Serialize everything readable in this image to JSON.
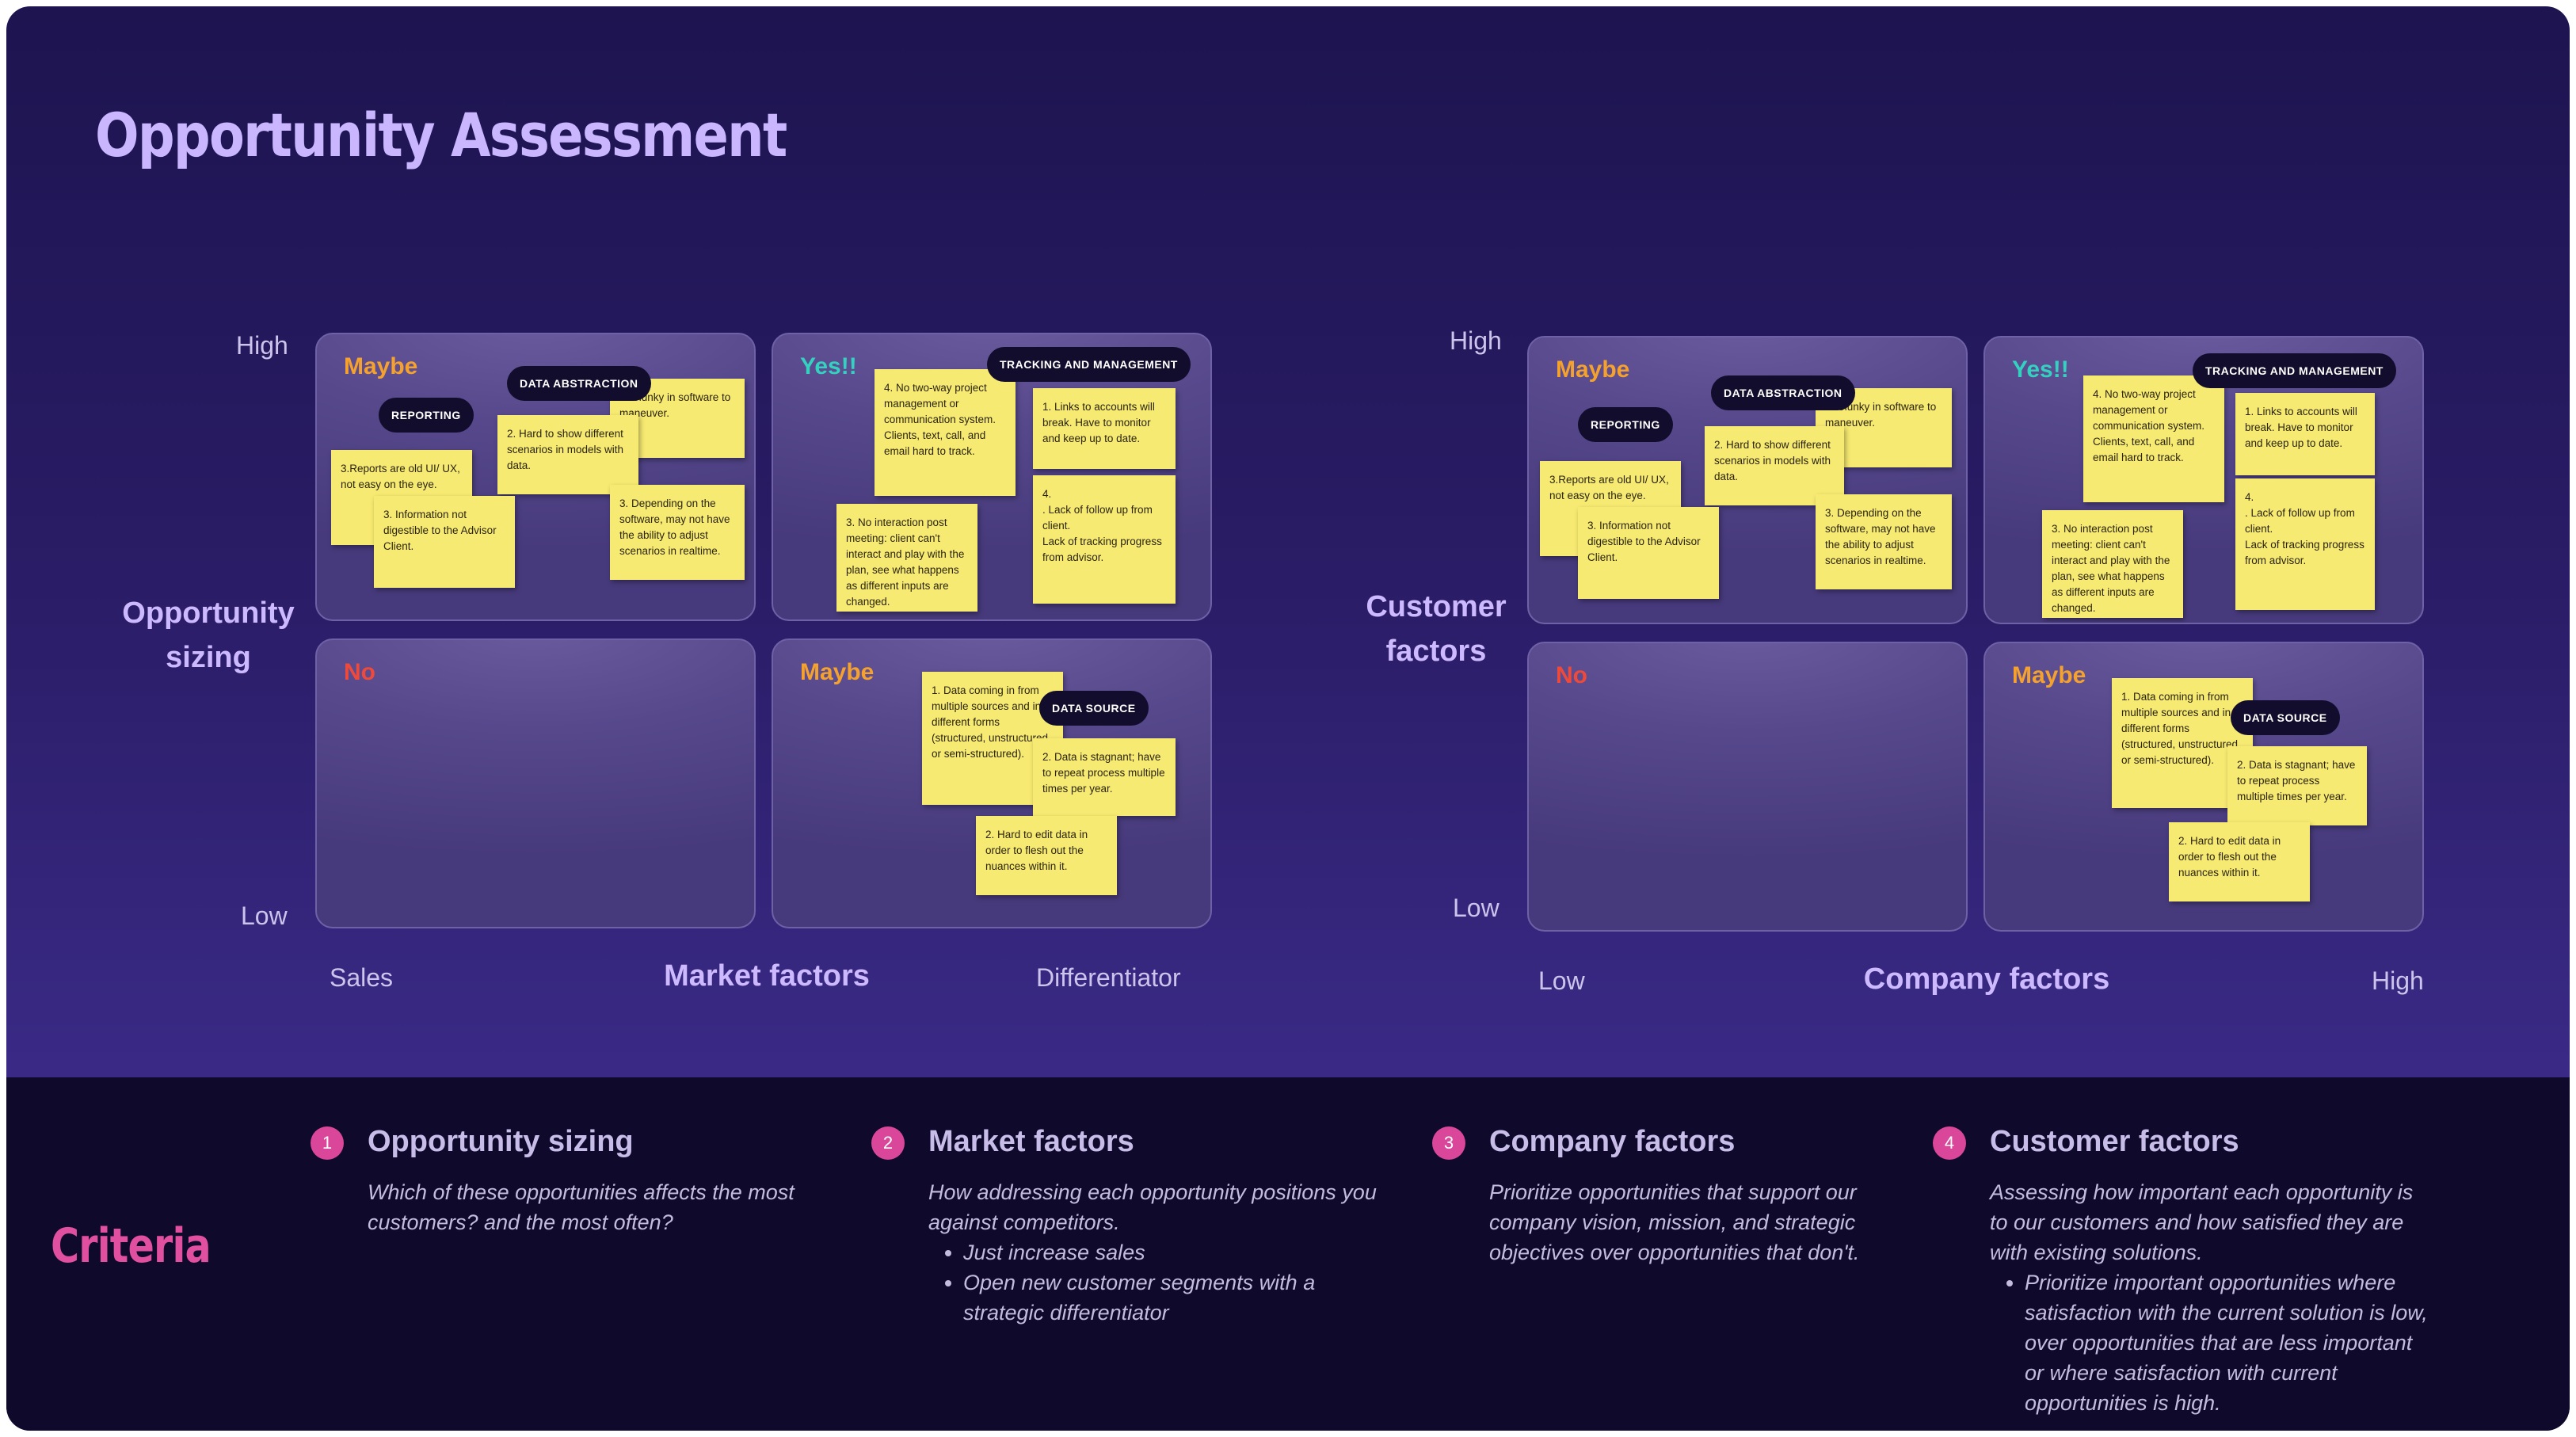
{
  "title": "Opportunity Assessment",
  "labels": {
    "maybe": "Maybe",
    "yes": "Yes!!",
    "no": "No"
  },
  "left_matrix": {
    "y_high": "High",
    "y_low": "Low",
    "y_title_line1": "Opportunity",
    "y_title_line2": "sizing",
    "x_left": "Sales",
    "x_title": "Market factors",
    "x_right": "Differentiator"
  },
  "right_matrix": {
    "y_high": "High",
    "y_low": "Low",
    "y_title_line1": "Customer",
    "y_title_line2": "factors",
    "x_left": "Low",
    "x_title": "Company factors",
    "x_right": "High"
  },
  "tags": {
    "data_abstraction": "DATA ABSTRACTION",
    "reporting": "REPORTING",
    "tracking": "TRACKING AND MANAGEMENT",
    "data_source": "DATA SOURCE"
  },
  "notes": {
    "clunky": "2. Clunky in software to maneuver.",
    "hard_show": "2. Hard to show different scenarios in models with data.",
    "reports_old": "3.Reports are old UI/ UX, not easy on the eye.",
    "info_not": "3. Information not digestible to the Advisor Client.",
    "depending": "3. Depending on the software, may not have the ability to adjust scenarios in realtime.",
    "no_two_way": "4. No two-way project management or communication system. Clients, text, call, and email hard to track.",
    "links": "1. Links to accounts will break.  Have to monitor and keep up to date.",
    "no_interaction": "3. No interaction post meeting: client can't interact and play with the plan, see what happens as different inputs are changed.",
    "lack_follow": "4.\n. Lack of follow up from client.\n Lack of tracking progress from advisor.",
    "data_coming": "1. Data coming in from multiple sources and in different forms (structured, unstructured, or semi-structured).",
    "data_stagnant": "2. Data is stagnant; have to repeat process multiple times per year.",
    "hard_edit": "2. Hard to edit data in order to flesh out the nuances within it."
  },
  "criteria": {
    "heading": "Criteria",
    "items": [
      {
        "num": "1",
        "title": "Opportunity sizing",
        "desc": "Which of these opportunities affects the most customers? and the most often?",
        "bullets": []
      },
      {
        "num": "2",
        "title": "Market factors",
        "desc": "How addressing each opportunity positions you against competitors.",
        "bullets": [
          "Just increase sales",
          "Open new customer segments with a strategic differentiator"
        ]
      },
      {
        "num": "3",
        "title": "Company factors",
        "desc": "Prioritize opportunities that support our company vision, mission, and strategic objectives over opportunities that don't.",
        "bullets": []
      },
      {
        "num": "4",
        "title": "Customer factors",
        "desc": "Assessing how important each opportunity is to our customers and how satisfied they are with existing solutions.",
        "bullets": [
          "Prioritize important opportunities where satisfaction with the current solution is low, over opportunities that are less important or where satisfaction with current opportunities is high."
        ]
      }
    ]
  }
}
